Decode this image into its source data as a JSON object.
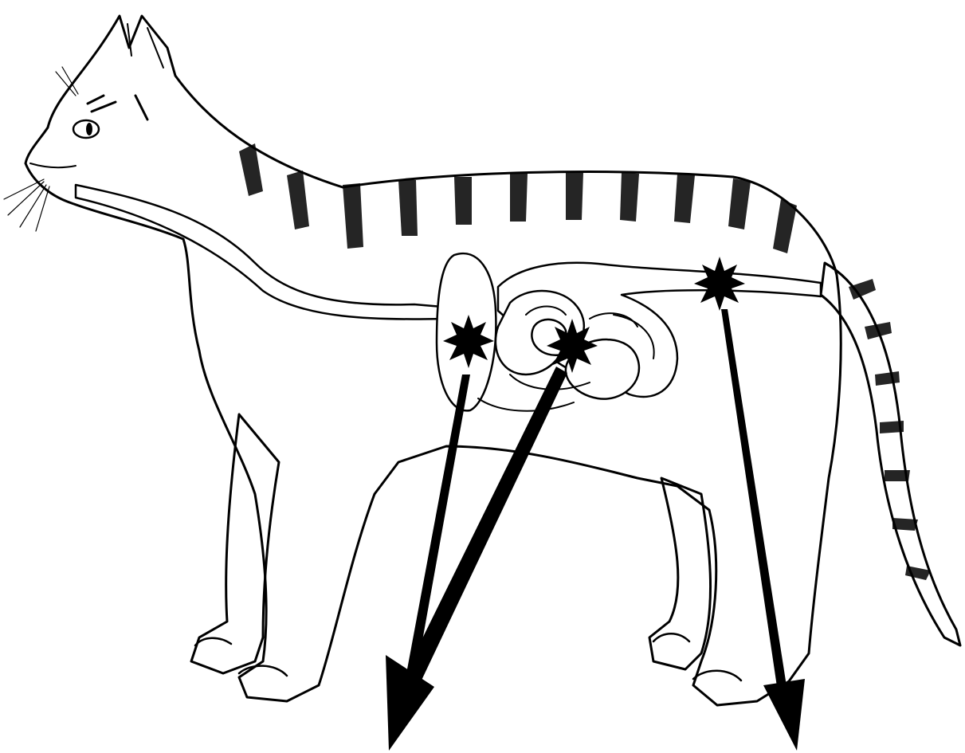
{
  "diagram": {
    "subject": "cat",
    "labels": [],
    "organs": [
      "esophagus",
      "stomach",
      "small-intestine",
      "colon"
    ],
    "pain_sites": [
      "stomach",
      "small-intestine",
      "colon"
    ],
    "arrow_count": 3,
    "colors": {
      "ink": "#000000",
      "paper": "#ffffff"
    }
  }
}
